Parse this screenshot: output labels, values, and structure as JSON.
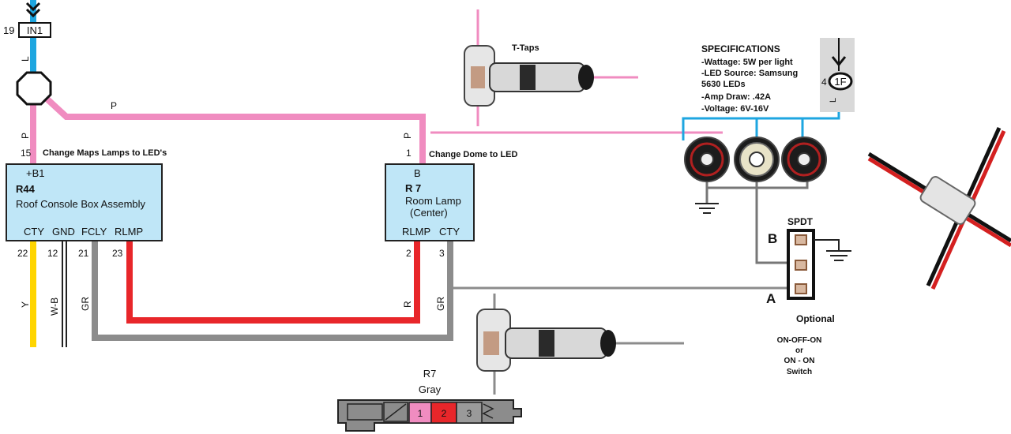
{
  "input": {
    "pin": "19",
    "label": "IN1",
    "wire_color_label": "L"
  },
  "wire_p_label": "P",
  "r44": {
    "pin_in": "15",
    "pin_in_wire": "P",
    "note": "Change Maps Lamps to LED's",
    "terminal": "+B1",
    "id": "R44",
    "name": "Roof Console Box Assembly",
    "terminals": [
      "CTY",
      "GND",
      "FCLY",
      "RLMP"
    ],
    "pins": [
      "22",
      "12",
      "21",
      "23"
    ],
    "wire_labels": [
      "Y",
      "W-B",
      "GR"
    ]
  },
  "r7": {
    "pin_in": "1",
    "pin_in_wire": "P",
    "note": "Change Dome to LED",
    "terminal": "B",
    "id": "R 7",
    "name_line1": "Room Lamp",
    "name_line2": "(Center)",
    "terminals": [
      "RLMP",
      "CTY"
    ],
    "pins": [
      "2",
      "3"
    ],
    "wire_labels": [
      "R",
      "GR"
    ]
  },
  "ttaps_label": "T-Taps",
  "specs": {
    "title": "SPECIFICATIONS",
    "lines": [
      "-Wattage: 5W per light",
      "-LED Source: Samsung",
      "5630 LEDs",
      "-Amp Draw: .42A",
      "-Voltage: 6V-16V"
    ]
  },
  "fuse": {
    "pin": "4",
    "label": "1F",
    "wire_color_label": "L"
  },
  "switch": {
    "type_label": "SPDT",
    "pos_b": "B",
    "pos_a": "A",
    "optional": "Optional",
    "note_lines": [
      "ON-OFF-ON",
      "or",
      "ON - ON",
      "Switch"
    ]
  },
  "connector": {
    "id": "R7",
    "color": "Gray",
    "pins": [
      "1",
      "2",
      "3"
    ],
    "pin_colors": [
      "#f08cc0",
      "#e8262a",
      "#9a9a9a"
    ]
  },
  "colors": {
    "pink": "#f08cc0",
    "blue": "#1ea6e0",
    "red": "#e8262a",
    "gray": "#8c8c8c",
    "yellow": "#ffd500",
    "box": "#bfe6f7"
  }
}
